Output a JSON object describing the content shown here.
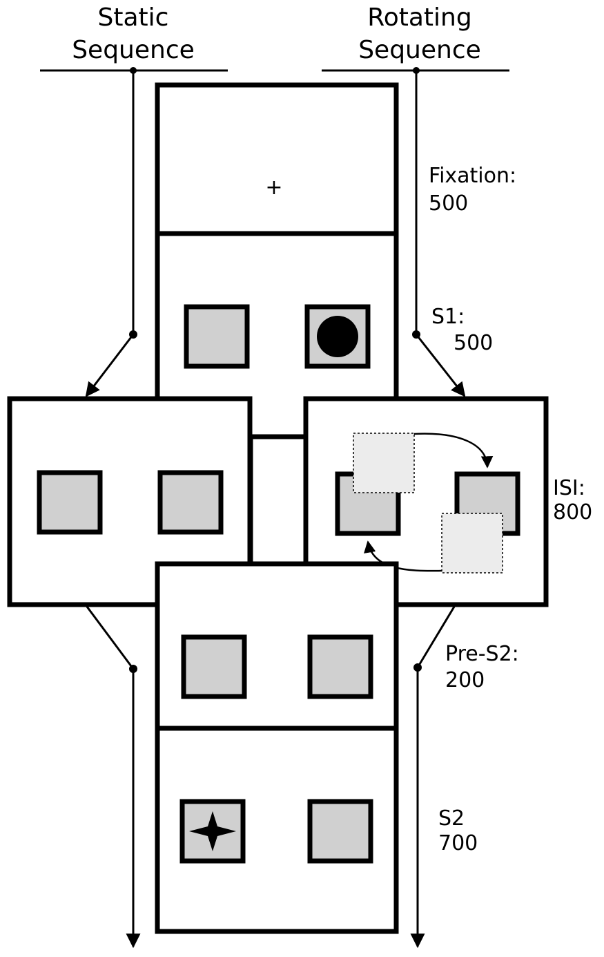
{
  "headers": {
    "static": [
      "Static",
      "Sequence"
    ],
    "rotating": [
      "Rotating",
      "Sequence"
    ]
  },
  "phases": {
    "fixation": {
      "name": "Fixation:",
      "duration": "500",
      "symbol": "+"
    },
    "s1": {
      "name": "S1:",
      "duration": "500"
    },
    "isi": {
      "name": "ISI:",
      "duration": "800"
    },
    "pre_s2": {
      "name": "Pre-S2:",
      "duration": "200"
    },
    "s2": {
      "name": "S2",
      "duration": "700"
    }
  },
  "colors": {
    "stimulus_fill": "#d0d0d0",
    "ghost_fill": "#ececec",
    "line": "#000000",
    "background": "#ffffff"
  }
}
